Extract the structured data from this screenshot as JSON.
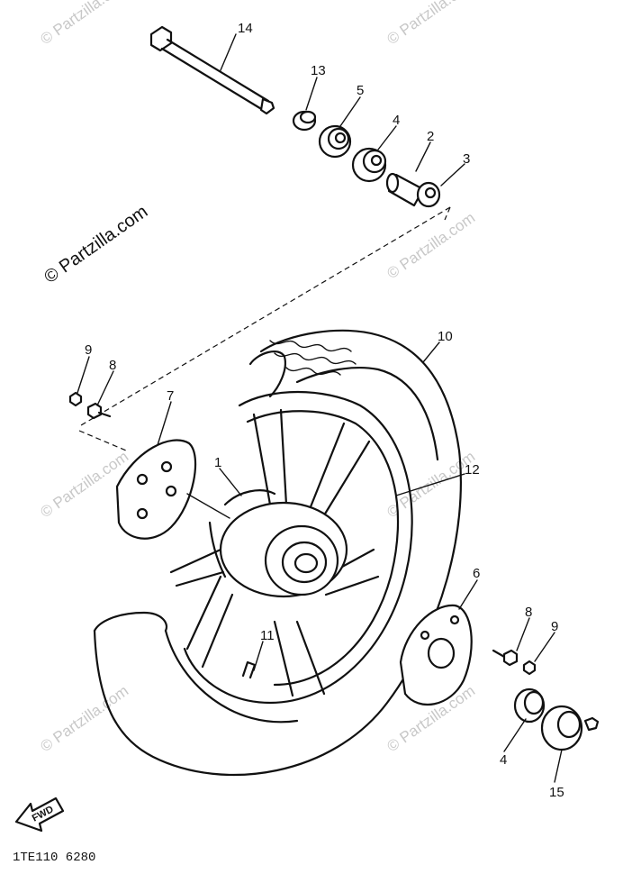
{
  "watermark": {
    "brand": "© Partzilla.com"
  },
  "callouts": {
    "c1": "1",
    "c2": "2",
    "c3": "3",
    "c4a": "4",
    "c4b": "4",
    "c5": "5",
    "c6": "6",
    "c7": "7",
    "c8a": "8",
    "c8b": "8",
    "c9a": "9",
    "c9b": "9",
    "c10": "10",
    "c11": "11",
    "c12": "12",
    "c13": "13",
    "c14": "14",
    "c15": "15"
  },
  "fwd_label": "FWD",
  "diagram_code": "1TE110 6280"
}
